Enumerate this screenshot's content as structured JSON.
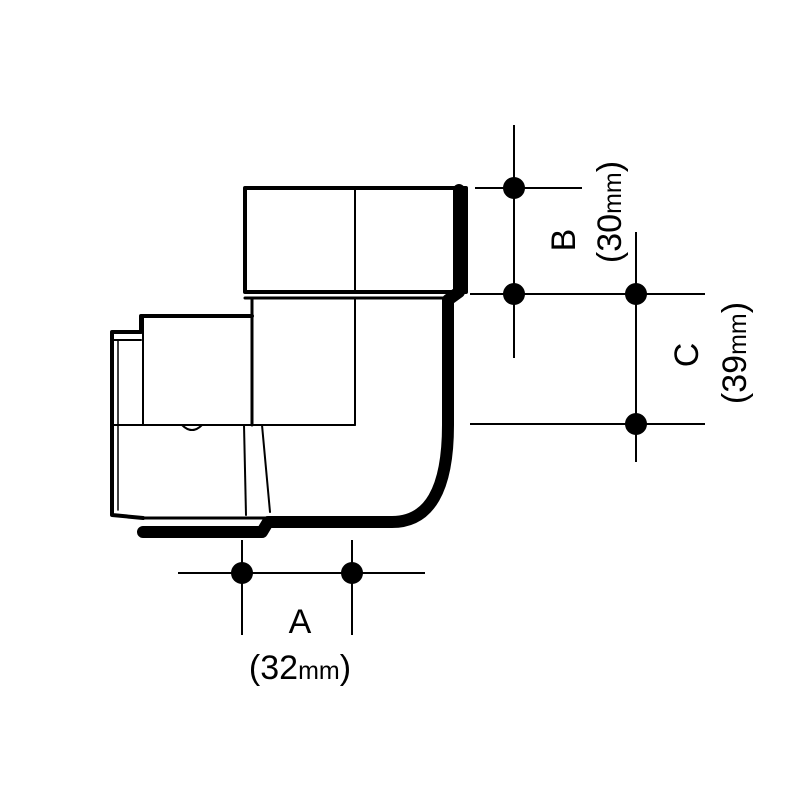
{
  "dimensions": {
    "a": {
      "letter": "A",
      "open": "(",
      "value": "32",
      "unit": "mm",
      "close": ")"
    },
    "b": {
      "letter": "B",
      "open": "(",
      "value": "30",
      "unit": "mm",
      "close": ")"
    },
    "c": {
      "letter": "C",
      "open": "(",
      "value": "39",
      "unit": "mm",
      "close": ")"
    }
  },
  "colors": {
    "line": "#000000",
    "background": "#ffffff"
  }
}
